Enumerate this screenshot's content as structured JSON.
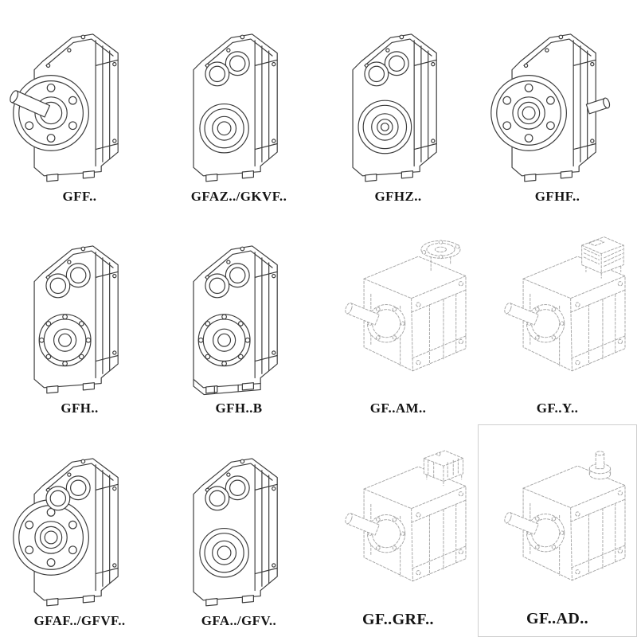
{
  "colors": {
    "background": "#ffffff",
    "solid_line": "#3c3c3c",
    "light_line": "#a6a6a6",
    "label_text": "#141414"
  },
  "catalog": {
    "cells": [
      {
        "label": "GFF..",
        "drawing": "gearbox-solid-shaft-flange"
      },
      {
        "label": "GFAZ../GKVF..",
        "drawing": "gearbox-hollow-shaft"
      },
      {
        "label": "GFHZ..",
        "drawing": "gearbox-hollow-shaft-shrink-disc"
      },
      {
        "label": "GFHF..",
        "drawing": "gearbox-flange-mounted-hollow"
      },
      {
        "label": "GFH..",
        "drawing": "gearbox-hollow-shaft-bolted-hub"
      },
      {
        "label": "GFH..B",
        "drawing": "gearbox-hollow-shaft-with-base"
      },
      {
        "label": "GF..AM..",
        "drawing": "gearbox-iec-adapter-flange"
      },
      {
        "label": "GF..Y..",
        "drawing": "gearbox-with-mounted-motor"
      },
      {
        "label": "GFAF../GFVF..",
        "drawing": "gearbox-flange-with-bores"
      },
      {
        "label": "GFA../GFV..",
        "drawing": "gearbox-hollow-shaft-variant"
      },
      {
        "label": "GF..GRF..",
        "drawing": "gearbox-with-brake-box"
      },
      {
        "label": "GF..AD..",
        "drawing": "gearbox-input-shaft-adapter"
      }
    ]
  }
}
